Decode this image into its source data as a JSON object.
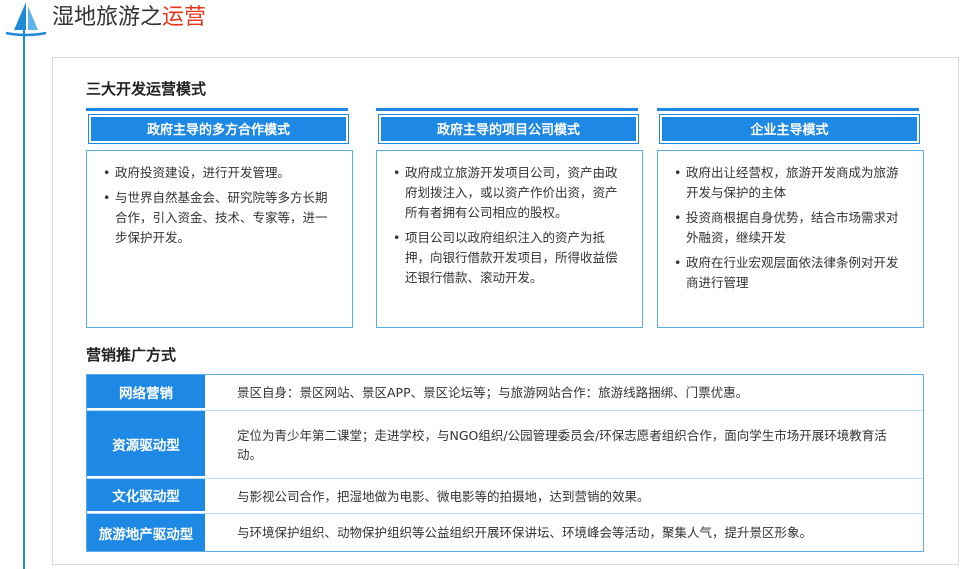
{
  "header": {
    "title_prefix": "湿地旅游之",
    "title_highlight": "运营"
  },
  "development": {
    "heading": "三大开发运营模式",
    "modes": [
      {
        "title": "政府主导的多方合作模式",
        "items": [
          "政府投资建设，进行开发管理。",
          "与世界自然基金会、研究院等多方长期合作，引入资金、技术、专家等，进一步保护开发。"
        ]
      },
      {
        "title": "政府主导的项目公司模式",
        "items": [
          "政府成立旅游开发项目公司，资产由政府划拨注入，或以资产作价出资，资产所有者拥有公司相应的股权。",
          "项目公司以政府组织注入的资产为抵押，向银行借款开发项目，所得收益偿还银行借款、滚动开发。"
        ]
      },
      {
        "title": "企业主导模式",
        "items": [
          "政府出让经营权，旅游开发商成为旅游开发与保护的主体",
          "投资商根据自身优势，结合市场需求对外融资，继续开发",
          "政府在行业宏观层面依法律条例对开发商进行管理"
        ]
      }
    ]
  },
  "marketing": {
    "heading": "营销推广方式",
    "rows": [
      {
        "label": "网络营销",
        "desc": "景区自身：景区网站、景区APP、景区论坛等；与旅游网站合作：旅游线路捆绑、门票优惠。"
      },
      {
        "label": "资源驱动型",
        "desc": "定位为青少年第二课堂；走进学校，与NGO组织/公园管理委员会/环保志愿者组织合作，面向学生市场开展环境教育活动。"
      },
      {
        "label": "文化驱动型",
        "desc": "与影视公司合作，把湿地做为电影、微电影等的拍摄地，达到营销的效果。"
      },
      {
        "label": "旅游地产驱动型",
        "desc": "与环境保护组织、动物保护组织等公益组织开展环保讲坛、环境峰会等活动，聚集人气，提升景区形象。"
      }
    ]
  },
  "colors": {
    "accent_blue": "#1e88e5",
    "title_highlight": "#e8361e"
  },
  "icons": {
    "logo": "sailboat-logo-icon"
  }
}
